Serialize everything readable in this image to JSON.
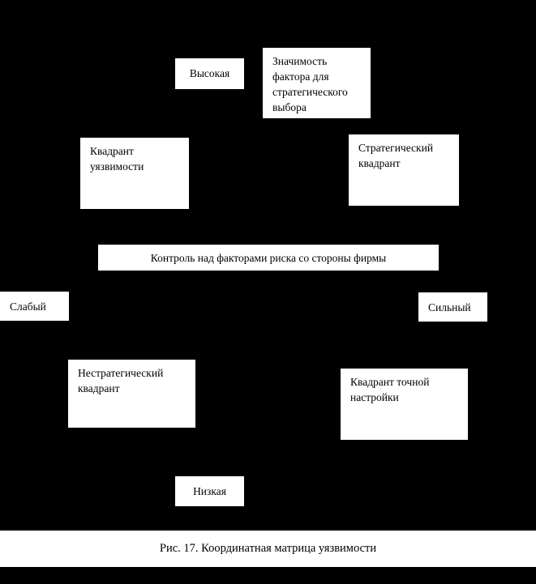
{
  "figure": {
    "background_color": "#000000",
    "box_fill_color": "#ffffff",
    "text_color": "#000000",
    "caption": "Рис. 17. Координатная матрица уязвимости"
  },
  "axes": {
    "vertical": {
      "title": "Значимость фактора для стратегического выбора",
      "high_label": "Высокая",
      "low_label": "Низкая"
    },
    "horizontal": {
      "title": "Контроль над факторами риска со стороны фирмы",
      "weak_label": "Слабый",
      "strong_label": "Сильный"
    }
  },
  "quadrants": [
    {
      "id": "vulnerability",
      "label": "Квадрант уязвимости"
    },
    {
      "id": "strategic",
      "label": "Стратегический квадрант"
    },
    {
      "id": "nonstrategic",
      "label": "Нестратегический квадрант"
    },
    {
      "id": "finetuning",
      "label": "Квадрант точной настройки"
    }
  ]
}
